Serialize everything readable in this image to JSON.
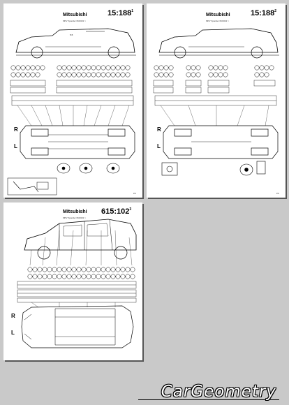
{
  "sheets": [
    {
      "brand": "Mitsubishi",
      "code": "15:188",
      "code_sup": "1",
      "subtitle": "MPV Xpander 06/2022 >",
      "page": "P6"
    },
    {
      "brand": "Mitsubishi",
      "code": "15:188",
      "code_sup": "2",
      "subtitle": "MPV Xpander 06/2022 >",
      "page": "P6"
    },
    {
      "brand": "Mitsubishi",
      "code": "615:102",
      "code_sup": "3",
      "subtitle": "MPV Xpander 06/2022 >",
      "page": ""
    }
  ],
  "labels": {
    "right": "R",
    "left": "L"
  },
  "logo": {
    "text": "CarGeometry"
  }
}
